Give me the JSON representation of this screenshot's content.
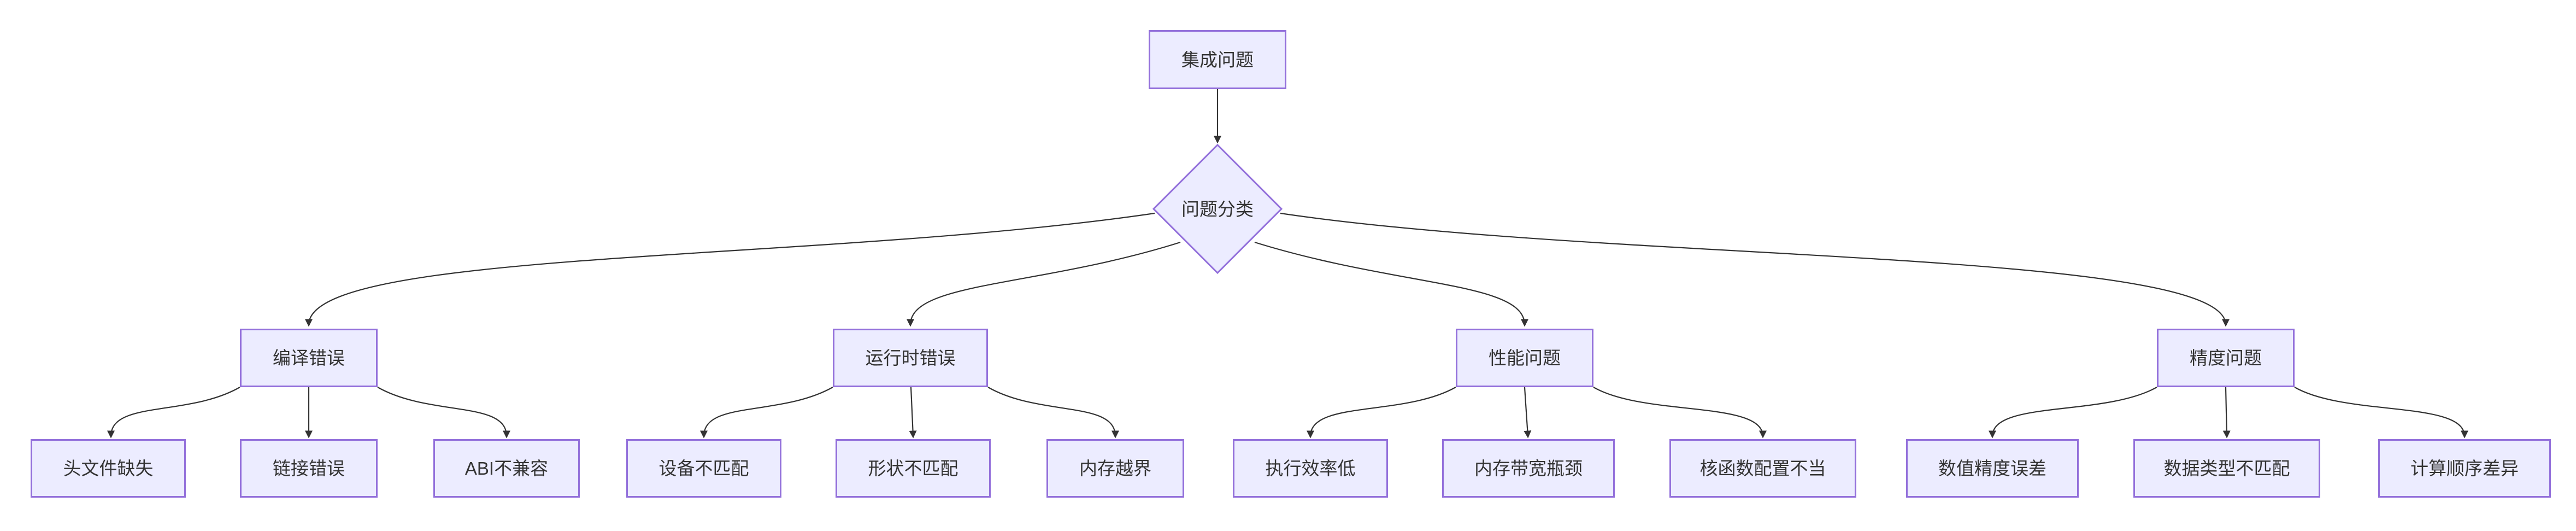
{
  "theme": {
    "background": "#ffffff",
    "node_fill": "#ECECFF",
    "node_border": "#9370DB",
    "edge_color": "#333333",
    "text_color": "#333333"
  },
  "flowchart": {
    "type": "decision-tree",
    "root": {
      "label": "集成问题"
    },
    "decision": {
      "label": "问题分类"
    },
    "categories": [
      {
        "label": "编译错误",
        "children": [
          "头文件缺失",
          "链接错误",
          "ABI不兼容"
        ]
      },
      {
        "label": "运行时错误",
        "children": [
          "设备不匹配",
          "形状不匹配",
          "内存越界"
        ]
      },
      {
        "label": "性能问题",
        "children": [
          "执行效率低",
          "内存带宽瓶颈",
          "核函数配置不当"
        ]
      },
      {
        "label": "精度问题",
        "children": [
          "数值精度误差",
          "数据类型不匹配",
          "计算顺序差异"
        ]
      }
    ]
  }
}
